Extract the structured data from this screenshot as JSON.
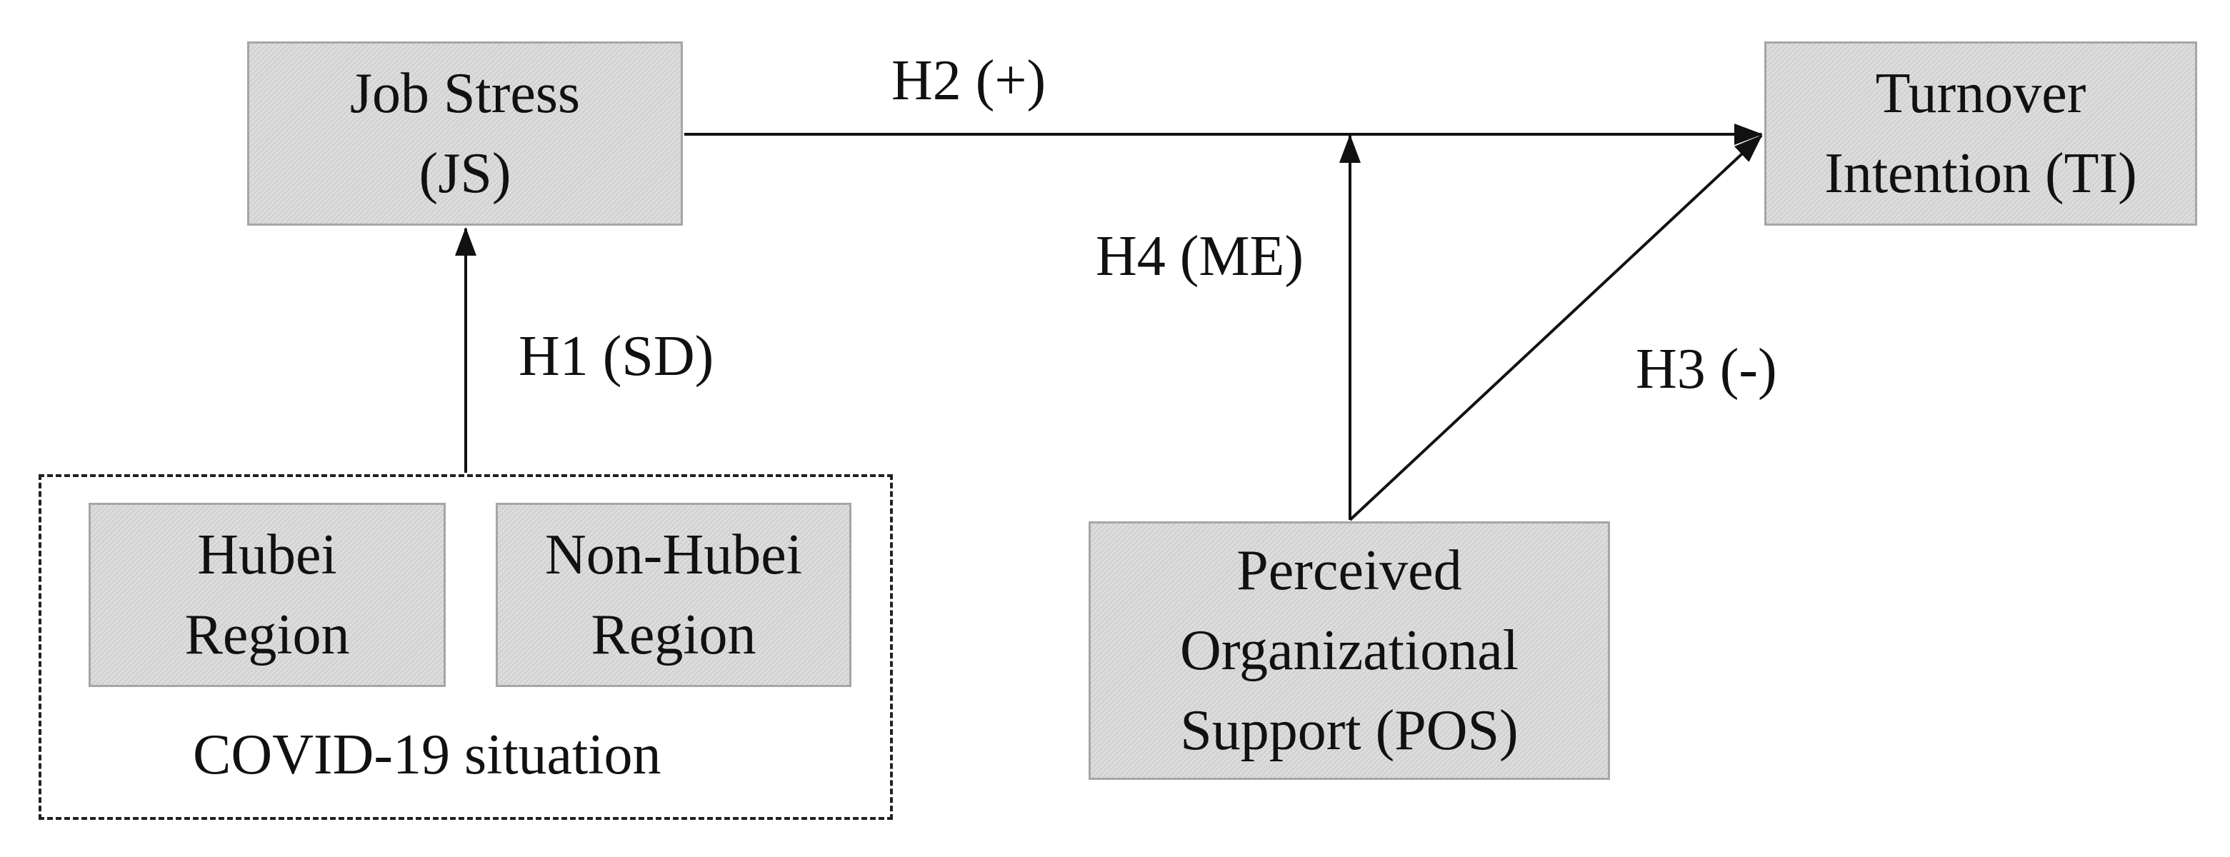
{
  "nodes": {
    "job_stress": {
      "line1": "Job Stress",
      "line2": "(JS)"
    },
    "turnover_intention": {
      "line1": "Turnover",
      "line2": "Intention (TI)"
    },
    "hubei": {
      "line1": "Hubei",
      "line2": "Region"
    },
    "non_hubei": {
      "line1": "Non-Hubei",
      "line2": "Region"
    },
    "pos": {
      "line1": "Perceived",
      "line2": "Organizational",
      "line3": "Support (POS)"
    }
  },
  "group": {
    "label": "COVID-19 situation"
  },
  "edges": {
    "h1": {
      "label": "H1 (SD)"
    },
    "h2": {
      "label": "H2 (+)"
    },
    "h3": {
      "label": "H3 (-)"
    },
    "h4": {
      "label": "H4 (ME)"
    }
  }
}
